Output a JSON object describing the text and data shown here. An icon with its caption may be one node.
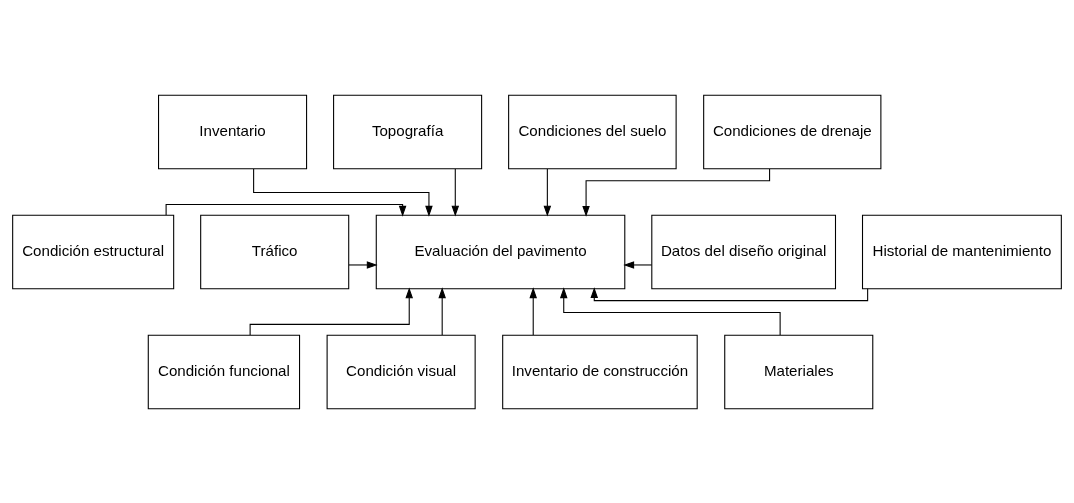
{
  "diagram": {
    "nodes": [
      {
        "text": [
          "Inventario"
        ]
      },
      {
        "text": [
          "Topografía"
        ]
      },
      {
        "text": [
          "Condiciones del suelo"
        ]
      },
      {
        "text": [
          "Condiciones de drenaje"
        ]
      },
      {
        "text": [
          "Condición estructural"
        ]
      },
      {
        "text": [
          "Evaluación del pavimento"
        ]
      },
      {
        "text": [
          "Datos del diseño original"
        ]
      },
      {
        "text": [
          "Tráfico"
        ]
      },
      {
        "text": [
          "Historial de mantenimiento"
        ]
      },
      {
        "text": [
          "Condición funcional"
        ]
      },
      {
        "text": [
          "Condición visual"
        ]
      },
      {
        "text": [
          "Inventario de construcción"
        ]
      },
      {
        "text": [
          "Materiales"
        ]
      }
    ],
    "edges": [
      {
        "from": 0,
        "to": 5,
        "arrow": "to"
      },
      {
        "from": 1,
        "to": 5,
        "arrow": "to"
      },
      {
        "from": 2,
        "to": 5,
        "arrow": "to"
      },
      {
        "from": 3,
        "to": 5,
        "arrow": "to"
      },
      {
        "from": 4,
        "to": 5,
        "arrow": "to"
      },
      {
        "from": 7,
        "to": 5,
        "arrow": "to"
      },
      {
        "from": 6,
        "to": 5,
        "arrow": "to"
      },
      {
        "from": 8,
        "to": 5,
        "arrow": "to"
      },
      {
        "from": 9,
        "to": 5,
        "arrow": "to"
      },
      {
        "from": 10,
        "to": 5,
        "arrow": "to"
      },
      {
        "from": 11,
        "to": 5,
        "arrow": "to"
      },
      {
        "from": 12,
        "to": 5,
        "arrow": "to"
      }
    ]
  }
}
